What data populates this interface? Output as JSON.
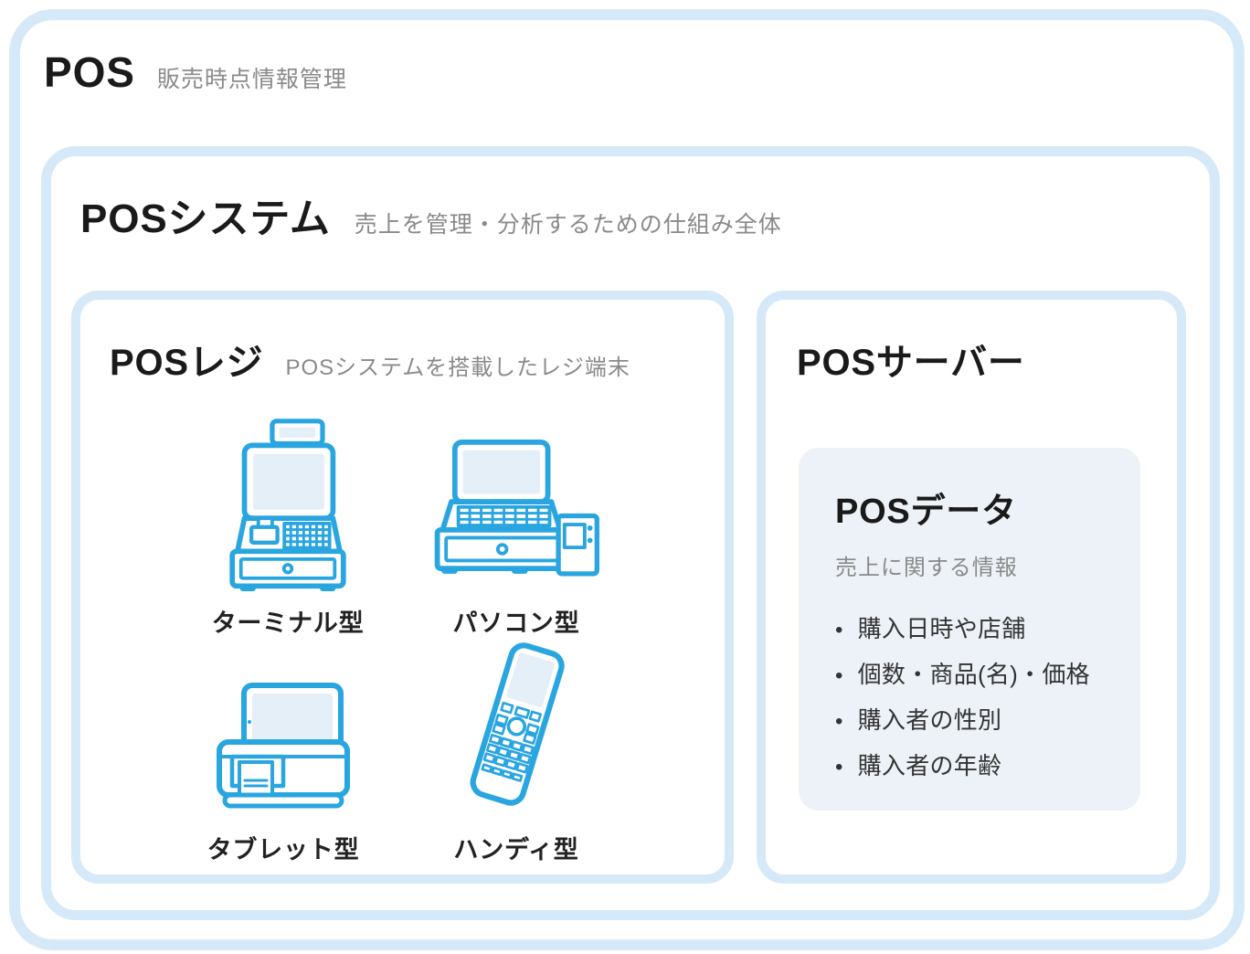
{
  "colors": {
    "device_blue": "#29a5e0",
    "border_blue": "#d6e9f8",
    "screen_fill": "#e4eff8",
    "databox_bg": "#ecf2f8",
    "text_dark": "#1a1a1a",
    "text_gray": "#8a8a8a"
  },
  "pos": {
    "title": "POS",
    "subtitle": "販売時点情報管理"
  },
  "pos_system": {
    "title": "POSシステム",
    "subtitle": "売上を管理・分析するための仕組み全体"
  },
  "pos_register": {
    "title": "POSレジ",
    "subtitle": "POSシステムを搭載したレジ端末",
    "devices": [
      {
        "label": "ターミナル型",
        "icon": "terminal-pos-icon"
      },
      {
        "label": "パソコン型",
        "icon": "pc-pos-icon"
      },
      {
        "label": "タブレット型",
        "icon": "tablet-pos-icon"
      },
      {
        "label": "ハンディ型",
        "icon": "handy-pos-icon"
      }
    ]
  },
  "pos_server": {
    "title": "POSサーバー",
    "pos_data": {
      "title": "POSデータ",
      "subtitle": "売上に関する情報",
      "items": [
        "購入日時や店舗",
        "個数・商品(名)・価格",
        "購入者の性別",
        "購入者の年齢"
      ]
    }
  }
}
